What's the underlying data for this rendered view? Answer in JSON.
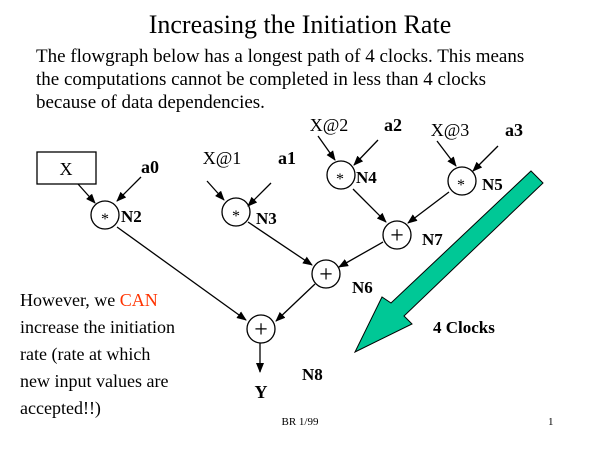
{
  "title": "Increasing the Initiation Rate",
  "intro": [
    "The flowgraph below has a longest path of 4 clocks.  This means",
    "the computations cannot be completed in less than 4 clocks",
    "because of data dependencies."
  ],
  "note": {
    "pre": "However, we ",
    "highlight": "CAN",
    "lines": [
      "increase the initiation",
      "rate (rate at which",
      "new input values are",
      "accepted!!)"
    ]
  },
  "graph": {
    "input_box": "X",
    "inputs": [
      "a0",
      "X@1",
      "a1",
      "X@2",
      "a2",
      "X@3",
      "a3"
    ],
    "nodes": [
      "N2",
      "N3",
      "N4",
      "N5",
      "N6",
      "N7",
      "N8"
    ],
    "ops": [
      "*",
      "*",
      "*",
      "*",
      "+",
      "+",
      "+"
    ],
    "output": "Y"
  },
  "arrow_label": "4 Clocks",
  "footer": {
    "center": "BR 1/99",
    "page": "1"
  },
  "colors": {
    "highlight": "#ff3300",
    "arrow": "#00c896"
  }
}
